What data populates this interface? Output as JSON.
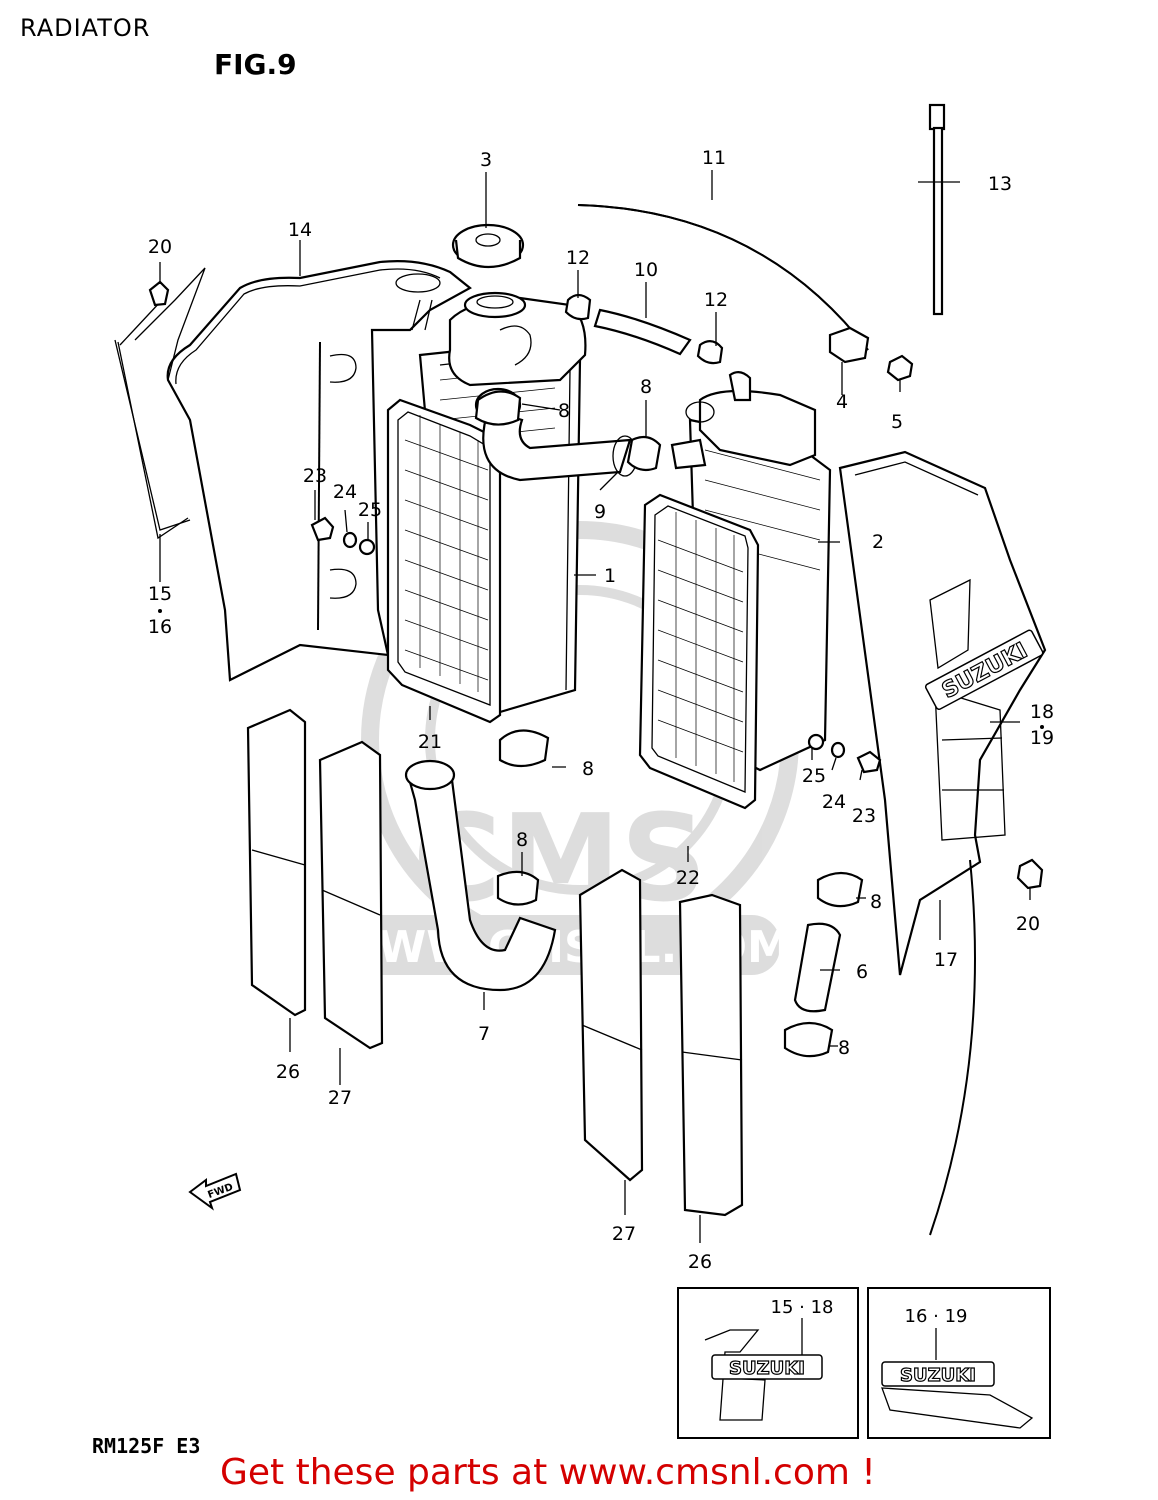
{
  "header": {
    "section_title": "RADIATOR",
    "figure_label": "FIG.9"
  },
  "diagram": {
    "callouts": [
      {
        "id": "c3",
        "text": "3"
      },
      {
        "id": "c11",
        "text": "11"
      },
      {
        "id": "c13",
        "text": "13"
      },
      {
        "id": "c20a",
        "text": "20"
      },
      {
        "id": "c14",
        "text": "14"
      },
      {
        "id": "c12a",
        "text": "12"
      },
      {
        "id": "c10",
        "text": "10"
      },
      {
        "id": "c12b",
        "text": "12"
      },
      {
        "id": "c4",
        "text": "4"
      },
      {
        "id": "c5",
        "text": "5"
      },
      {
        "id": "c8a",
        "text": "8"
      },
      {
        "id": "c8b",
        "text": "8"
      },
      {
        "id": "c9",
        "text": "9"
      },
      {
        "id": "c2",
        "text": "2"
      },
      {
        "id": "c1",
        "text": "1"
      },
      {
        "id": "c23a",
        "text": "23"
      },
      {
        "id": "c24a",
        "text": "24"
      },
      {
        "id": "c25a",
        "text": "25"
      },
      {
        "id": "c15",
        "text": "15"
      },
      {
        "id": "c16",
        "text": "16"
      },
      {
        "id": "c21",
        "text": "21"
      },
      {
        "id": "c8c",
        "text": "8"
      },
      {
        "id": "c18",
        "text": "18"
      },
      {
        "id": "c19",
        "text": "19"
      },
      {
        "id": "c25b",
        "text": "25"
      },
      {
        "id": "c24b",
        "text": "24"
      },
      {
        "id": "c23b",
        "text": "23"
      },
      {
        "id": "c8d",
        "text": "8"
      },
      {
        "id": "c22",
        "text": "22"
      },
      {
        "id": "c8e",
        "text": "8"
      },
      {
        "id": "c20b",
        "text": "20"
      },
      {
        "id": "c6",
        "text": "6"
      },
      {
        "id": "c17",
        "text": "17"
      },
      {
        "id": "c7",
        "text": "7"
      },
      {
        "id": "c8f",
        "text": "8"
      },
      {
        "id": "c26a",
        "text": "26"
      },
      {
        "id": "c27a",
        "text": "27"
      },
      {
        "id": "c27b",
        "text": "27"
      },
      {
        "id": "c26b",
        "text": "26"
      }
    ],
    "fwd_marker": "FWD",
    "shroud_logo": "SUZUKI",
    "detail_boxes": [
      {
        "label": "15 · 18",
        "logo": "SUZUKI"
      },
      {
        "label": "16 · 19",
        "logo": "SUZUKI"
      }
    ],
    "watermark_logo": "CMS",
    "watermark_url": "WWW.CMSNL.COM"
  },
  "footer": {
    "model_code": "RM125F E3",
    "promo_link": "Get these parts at www.cmsnl.com !",
    "accent_color": "#d40000"
  }
}
